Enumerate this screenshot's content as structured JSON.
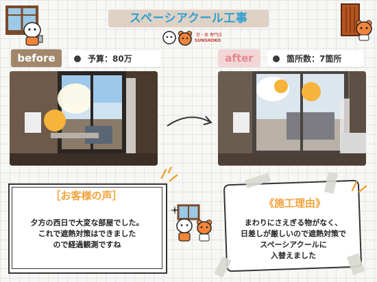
{
  "header": {
    "title": "スペーシアクール工事",
    "logo_jp": "窓・扉 専門店",
    "logo_en": "SUNSHOKO"
  },
  "before": {
    "label": "before",
    "info": "予算：80万"
  },
  "after": {
    "label": "after",
    "info": "箇所数：7箇所"
  },
  "voice": {
    "heading": "［お客様の声］",
    "body": "夕方の西日で大変な部屋でした。\nこれで遮熱対策はできました\nので経過観測ですね"
  },
  "reason": {
    "heading": "《施工理由》",
    "body": "まわりにさえぎる物がなく、\n日差しが厳しいので遮熱対策で\nスペーシアクールに\n入替えました"
  },
  "colors": {
    "title": "#2e9fd2",
    "before_label": "#a2876a",
    "after_label": "#e2868e",
    "accent_orange": "#f2a23a"
  }
}
